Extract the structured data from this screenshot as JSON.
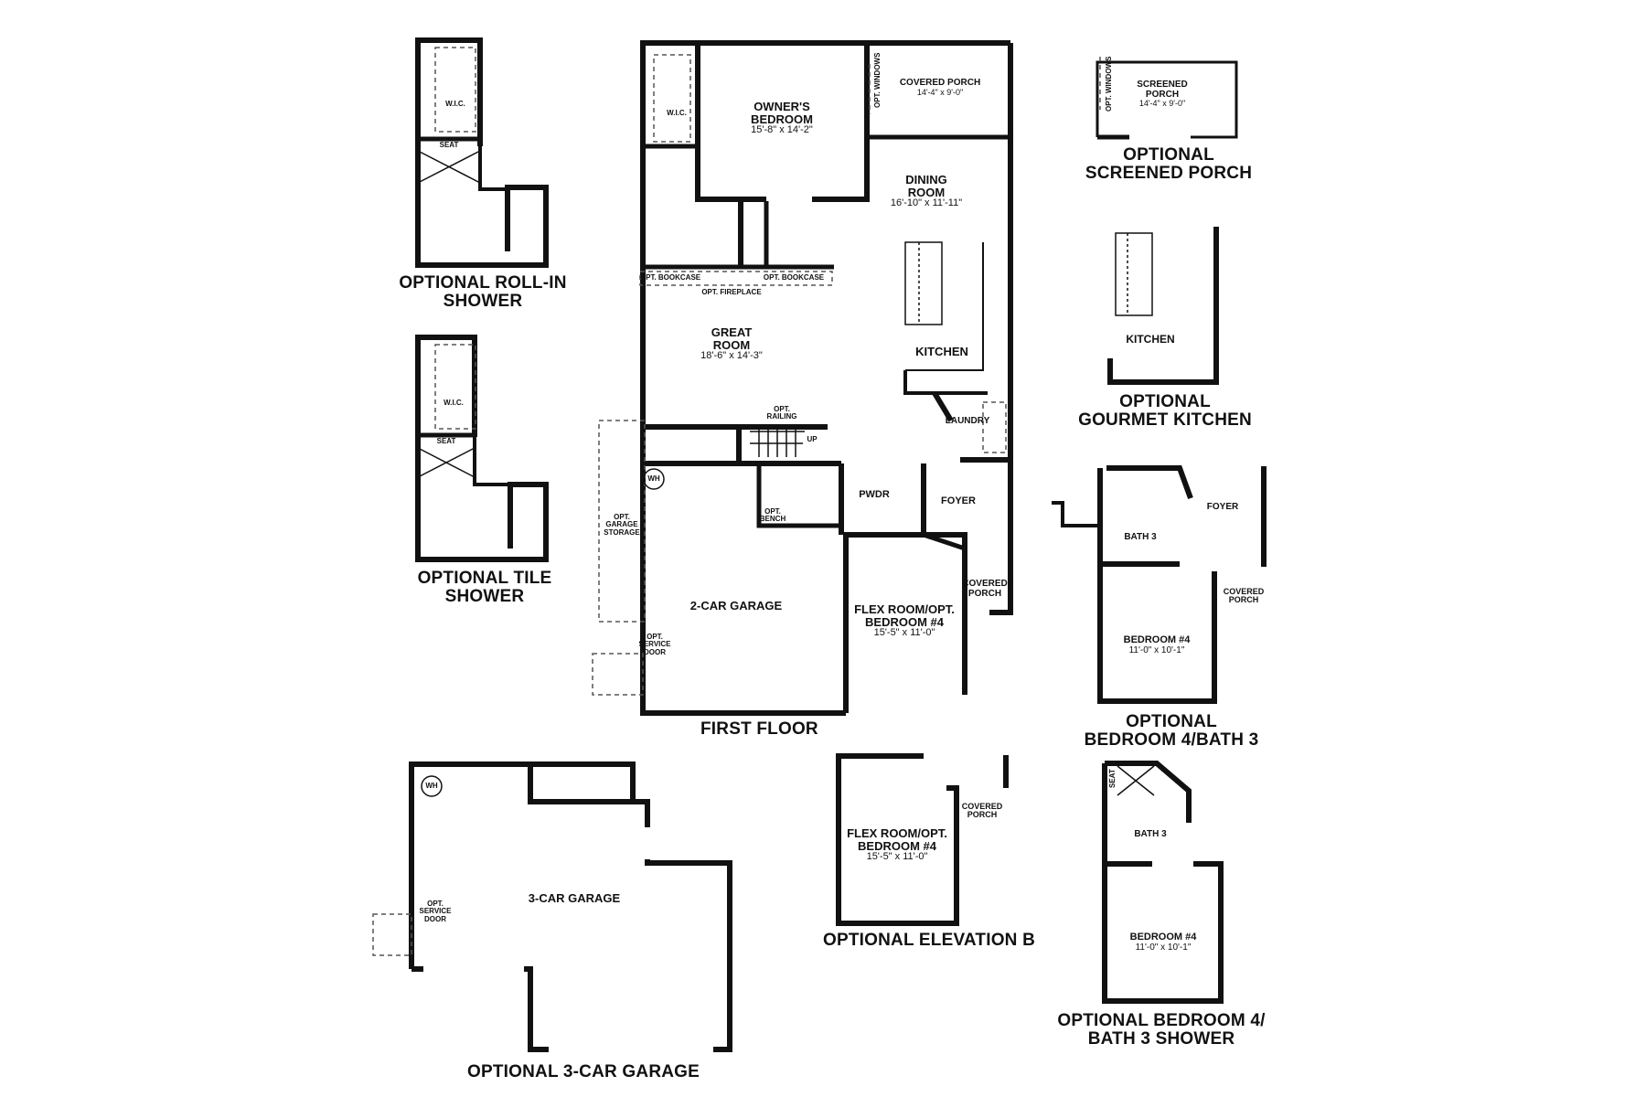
{
  "page": {
    "title": "First Floor Plan with Options"
  },
  "first_floor": {
    "title": "FIRST FLOOR",
    "rooms": {
      "owners_bedroom": {
        "name": "OWNER'S BEDROOM",
        "line1": "OWNER'S",
        "line2": "BEDROOM",
        "dim": "15'-8\" x 14'-2\""
      },
      "wic": {
        "name": "W.I.C."
      },
      "covered_porch_top": {
        "name": "COVERED PORCH",
        "dim": "14'-4\" x 9'-0\""
      },
      "opt_windows": {
        "name": "OPT. WINDOWS"
      },
      "dining": {
        "line1": "DINING",
        "line2": "ROOM",
        "dim": "16'-10\" x 11'-11\""
      },
      "kitchen": {
        "name": "KITCHEN"
      },
      "laundry": {
        "name": "LAUNDRY"
      },
      "great_room": {
        "line1": "GREAT",
        "line2": "ROOM",
        "dim": "18'-6\" x 14'-3\""
      },
      "opt_bookcase_left": {
        "name": "OPT. BOOKCASE"
      },
      "opt_bookcase_right": {
        "name": "OPT. BOOKCASE"
      },
      "opt_fireplace": {
        "name": "OPT. FIREPLACE"
      },
      "opt_railing": {
        "line1": "OPT.",
        "line2": "RAILING"
      },
      "stairs_up": {
        "name": "UP"
      },
      "wh": {
        "name": "WH"
      },
      "opt_bench": {
        "line1": "OPT.",
        "line2": "BENCH"
      },
      "pwdr": {
        "name": "PWDR"
      },
      "foyer": {
        "name": "FOYER"
      },
      "covered_porch_front": {
        "line1": "COVERED",
        "line2": "PORCH"
      },
      "garage": {
        "name": "2-CAR GARAGE"
      },
      "opt_garage_storage": {
        "line1": "OPT.",
        "line2": "GARAGE",
        "line3": "STORAGE"
      },
      "opt_service_door": {
        "line1": "OPT.",
        "line2": "SERVICE",
        "line3": "DOOR"
      },
      "flex": {
        "line1": "FLEX ROOM/OPT.",
        "line2": "BEDROOM #4",
        "dim": "15'-5\" x 11'-0\""
      }
    }
  },
  "options": {
    "roll_in_shower": {
      "title_line1": "OPTIONAL ROLL-IN",
      "title_line2": "SHOWER",
      "wic": "W.I.C.",
      "seat": "SEAT"
    },
    "tile_shower": {
      "title_line1": "OPTIONAL TILE",
      "title_line2": "SHOWER",
      "wic": "W.I.C.",
      "seat": "SEAT"
    },
    "screened_porch": {
      "title_line1": "OPTIONAL",
      "title_line2": "SCREENED PORCH",
      "line1": "SCREENED",
      "line2": "PORCH",
      "dim": "14'-4\" x 9'-0\"",
      "opt_windows": "OPT. WINDOWS"
    },
    "gourmet_kitchen": {
      "title_line1": "OPTIONAL",
      "title_line2": "GOURMET KITCHEN",
      "kitchen": "KITCHEN"
    },
    "bed4_bath3": {
      "title_line1": "OPTIONAL",
      "title_line2": "BEDROOM 4/BATH 3",
      "bath": "BATH 3",
      "foyer": "FOYER",
      "porch_line1": "COVERED",
      "porch_line2": "PORCH",
      "bedroom": "BEDROOM #4",
      "dim": "11'-0\" x 10'-1\""
    },
    "bed4_bath3_shower": {
      "title_line1": "OPTIONAL BEDROOM 4/",
      "title_line2": "BATH 3 SHOWER",
      "seat": "SEAT",
      "bath": "BATH 3",
      "bedroom": "BEDROOM #4",
      "dim": "11'-0\" x 10'-1\""
    },
    "elevation_b": {
      "title": "OPTIONAL ELEVATION B",
      "line1": "FLEX ROOM/OPT.",
      "line2": "BEDROOM #4",
      "dim": "15'-5\" x 11'-0\"",
      "porch_line1": "COVERED",
      "porch_line2": "PORCH"
    },
    "three_car_garage": {
      "title": "OPTIONAL 3-CAR GARAGE",
      "name": "3-CAR GARAGE",
      "wh": "WH",
      "door_line1": "OPT.",
      "door_line2": "SERVICE",
      "door_line3": "DOOR"
    }
  },
  "colors": {
    "wall": "#111111",
    "dashed": "#555555",
    "background": "#ffffff"
  }
}
